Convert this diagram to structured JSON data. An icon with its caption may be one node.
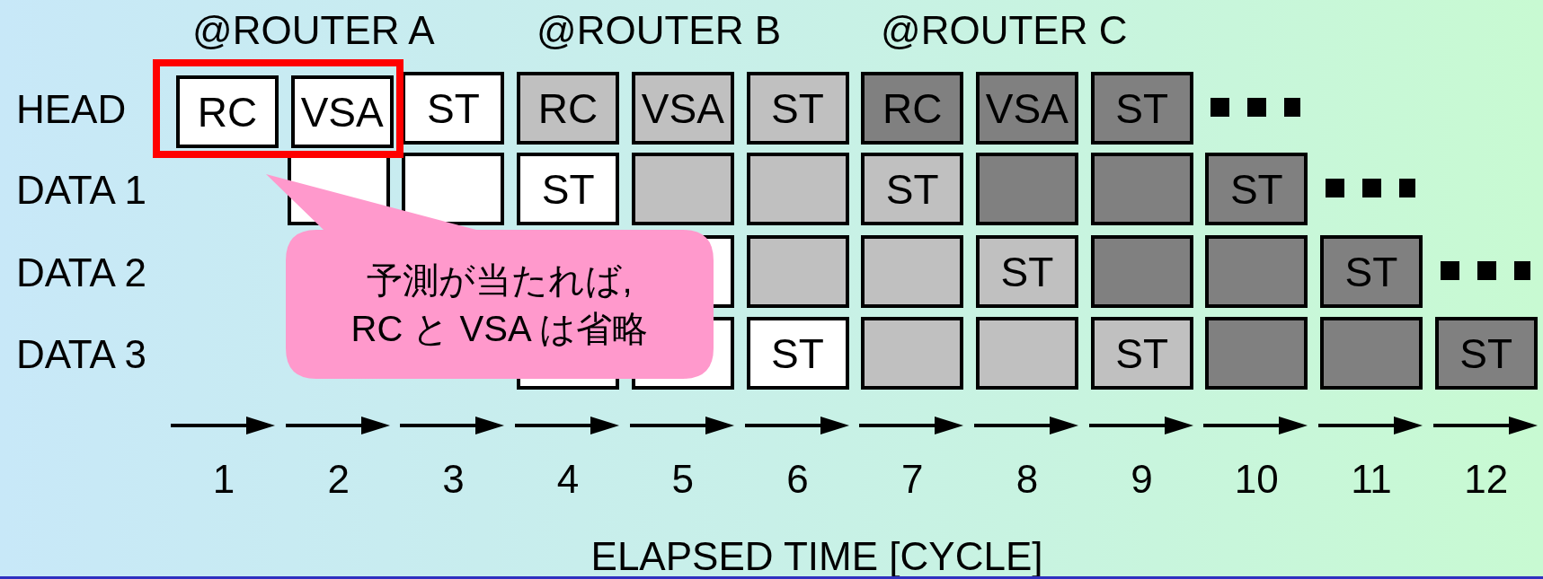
{
  "diagram": {
    "nodes": [
      {
        "text": [],
        "shape": "box"
      },
      {
        "text": [
          "RC"
        ],
        "in": 0
      },
      {
        "text": [
          "VSA"
        ],
        "in": 0
      },
      {
        "text": [
          "ST"
        ]
      },
      {
        "text": [
          "RC"
        ]
      },
      {
        "text": [
          "VSA"
        ]
      },
      {
        "text": [
          "ST"
        ]
      },
      {
        "text": [
          "RC"
        ]
      },
      {
        "text": [
          "VSA"
        ]
      },
      {
        "text": [
          "ST"
        ]
      },
      {
        "text": [],
        "shape": "box"
      },
      {
        "text": [],
        "shape": "box"
      },
      {
        "text": [
          "ST"
        ]
      },
      {
        "text": [],
        "shape": "box"
      },
      {
        "text": [],
        "shape": "box"
      },
      {
        "text": [
          "ST"
        ]
      },
      {
        "text": [],
        "shape": "box"
      },
      {
        "text": [],
        "shape": "box"
      },
      {
        "text": [
          "ST"
        ]
      },
      {
        "text": [],
        "shape": "box"
      },
      {
        "text": [],
        "shape": "box"
      },
      {
        "text": [],
        "shape": "box"
      },
      {
        "text": [
          "ST"
        ]
      },
      {
        "text": [],
        "shape": "box"
      },
      {
        "text": [],
        "shape": "box"
      },
      {
        "text": [
          "ST"
        ]
      },
      {
        "text": [],
        "shape": "box"
      },
      {
        "text": [],
        "shape": "box"
      },
      {
        "text": [
          "ST"
        ]
      },
      {
        "text": [],
        "shape": "box"
      },
      {
        "text": [],
        "shape": "box"
      },
      {
        "text": [
          "ST"
        ]
      },
      {
        "text": [],
        "shape": "box"
      },
      {
        "text": [],
        "shape": "box"
      },
      {
        "text": [
          "ST"
        ]
      },
      {
        "text": [
          "予測が当たれば, RC と VSA は省略"
        ]
      }
    ],
    "labels": [
      "@ROUTER A",
      "@ROUTER B",
      "@ROUTER C",
      "HEAD",
      "DATA 1",
      "DATA 2",
      "DATA 3",
      "1",
      "2",
      "3",
      "4",
      "5",
      "6",
      "7",
      "8",
      "9",
      "10",
      "11",
      "12",
      "ELAPSED TIME [CYCLE]"
    ]
  }
}
